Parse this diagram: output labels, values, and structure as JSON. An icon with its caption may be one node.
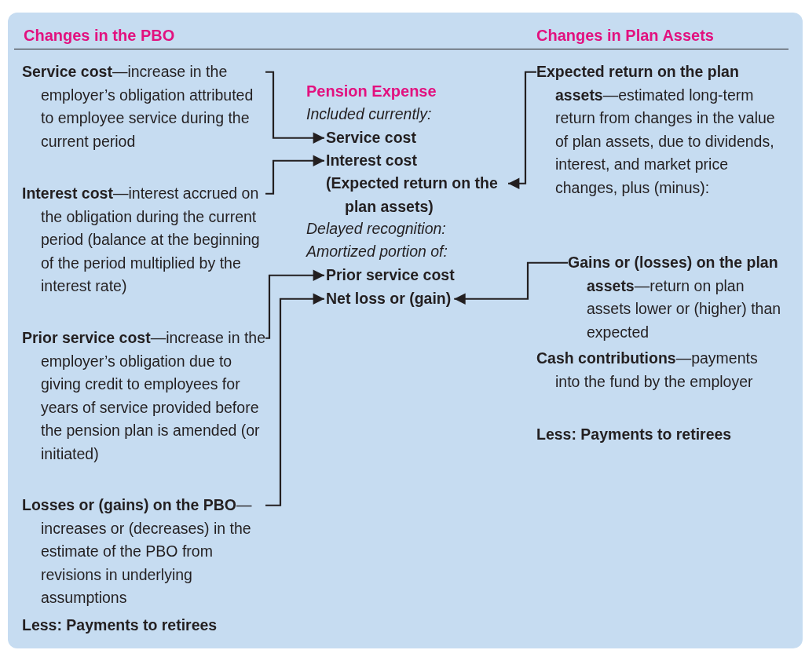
{
  "diagram": {
    "nodes": [
      {
        "text": [
          "**Service cost**—increase in the employer’s obligation attributed to employee service during the current period"
        ]
      },
      {
        "text": [
          "**Interest cost**—interest accrued on the obligation during the current period (balance at the beginning of the period multiplied by the interest rate)"
        ]
      },
      {
        "text": [
          "**Prior service cost**—increase in the employer’s obligation due to giving credit to employees for years of service provided before the pension plan is amended (or initiated)"
        ]
      },
      {
        "text": [
          "**Losses or (gains) on the PBO**—increases or (decreases) in the estimate of the PBO from revisions in underlying assumptions"
        ]
      },
      {
        "text": [
          "Service cost"
        ]
      },
      {
        "text": [
          "Interest cost"
        ]
      },
      {
        "text": [
          "(Expected return on the plan assets)"
        ]
      },
      {
        "text": [
          "Prior service cost"
        ]
      },
      {
        "text": [
          "Net loss or (gain)"
        ]
      },
      {
        "text": [
          "**Expected return on the plan assets**—estimated long-term return from changes in the value of plan assets, due to dividends, interest, and market price changes, plus (minus):"
        ]
      },
      {
        "text": [
          "**Gains or (losses) on the plan assets**—return on plan assets lower or (higher) than expected"
        ]
      }
    ],
    "edges": [
      {
        "from": 0,
        "to": 4,
        "arrow": "to"
      },
      {
        "from": 1,
        "to": 5,
        "arrow": "to"
      },
      {
        "from": 9,
        "to": 6,
        "arrow": "to"
      },
      {
        "from": 2,
        "to": 7,
        "arrow": "to"
      },
      {
        "from": 3,
        "to": 8,
        "arrow": "to"
      },
      {
        "from": 10,
        "to": 8,
        "arrow": "to"
      }
    ],
    "labels": [
      "Changes in the PBO",
      "Changes in Plan Assets",
      "Pension Expense",
      "Included currently:",
      "Delayed recognition:",
      "Amortized portion of:",
      "Less: Payments to retirees",
      "**Cash contributions**—payments into the fund by the employer",
      "Less: Payments to retirees"
    ]
  }
}
